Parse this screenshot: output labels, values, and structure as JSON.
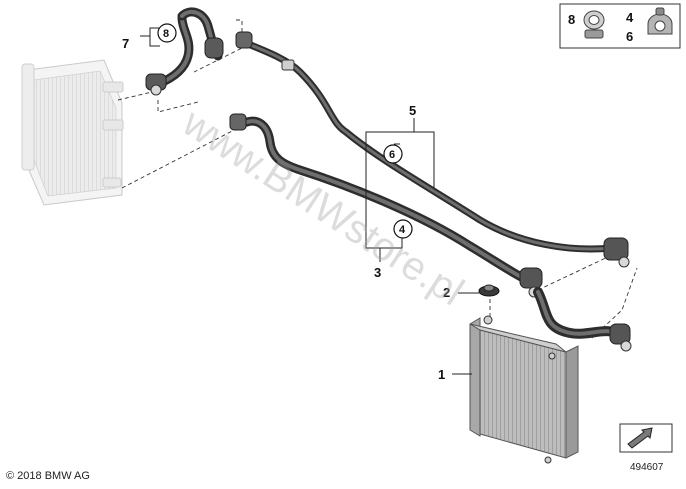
{
  "diagram": {
    "callouts": [
      {
        "id": "1",
        "label": "1"
      },
      {
        "id": "2",
        "label": "2"
      },
      {
        "id": "3",
        "label": "3"
      },
      {
        "id": "4",
        "label": "4"
      },
      {
        "id": "5",
        "label": "5"
      },
      {
        "id": "6",
        "label": "6"
      },
      {
        "id": "7",
        "label": "7"
      },
      {
        "id": "8",
        "label": "8"
      }
    ],
    "legend": {
      "left_label": "8",
      "right_top_label": "4",
      "right_bottom_label": "6"
    },
    "watermark": "www.BMWstore.pl",
    "copyright": "© 2018 BMW AG",
    "image_id": "494607"
  }
}
